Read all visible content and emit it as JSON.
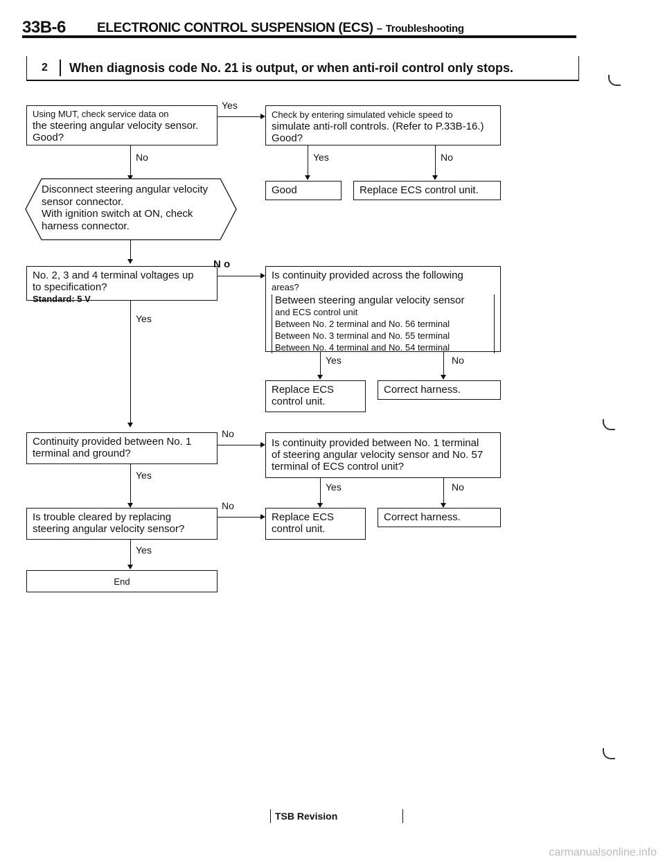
{
  "header": {
    "page_code": "33B-6",
    "title": "ELECTRONIC CONTROL SUSPENSION (ECS)",
    "dash": "–",
    "subtitle": "Troubleshooting"
  },
  "question": {
    "number": "2",
    "text": "When diagnosis code No. 21 is output, or when anti-roil control only stops."
  },
  "labels": {
    "yes": "Yes",
    "no": "No",
    "no_spaced": "N o"
  },
  "boxes": {
    "check_mut": [
      "Using MUT, check service data on",
      "the steering angular velocity sensor.",
      "Good?"
    ],
    "check_speed": [
      "Check by entering simulated vehicle speed to",
      "simulate anti-roll controls. (Refer to P.33B-16.)",
      "Good?"
    ],
    "good": "Good",
    "replace_ecs_unit": "Replace ECS control unit.",
    "disconnect": [
      "Disconnect steering angular velocity",
      "sensor connector.",
      "With ignition switch at ON, check",
      "harness connector."
    ],
    "terminal_voltage": [
      "No. 2, 3 and 4 terminal voltages up",
      "to specification?"
    ],
    "standard": "Standard: 5 V",
    "continuity_areas": {
      "line1": "Is continuity provided across the following",
      "line2": "areas?",
      "items": [
        "Between steering angular velocity sensor",
        "and ECS control unit",
        "Between No. 2 terminal and No. 56 terminal",
        "Between No. 3 terminal and No. 55 terminal",
        "Between No. 4 terminal and No. 54 terminal"
      ]
    },
    "replace_ecs_1": [
      "Replace ECS",
      "control unit."
    ],
    "correct_harness_1": "Correct harness.",
    "continuity_ground": [
      "Continuity provided between No. 1",
      "terminal and ground?"
    ],
    "continuity_no1": [
      "Is continuity provided between No. 1 terminal",
      "of steering angular velocity sensor and No. 57",
      "terminal of ECS control unit?"
    ],
    "trouble_cleared": [
      "Is trouble cleared by replacing",
      "steering angular velocity sensor?"
    ],
    "replace_ecs_2": [
      "Replace ECS",
      "control unit."
    ],
    "correct_harness_2": "Correct harness.",
    "end": "End"
  },
  "footer": {
    "tsb": "TSB Revision",
    "watermark": "carmanualsonline.info"
  }
}
